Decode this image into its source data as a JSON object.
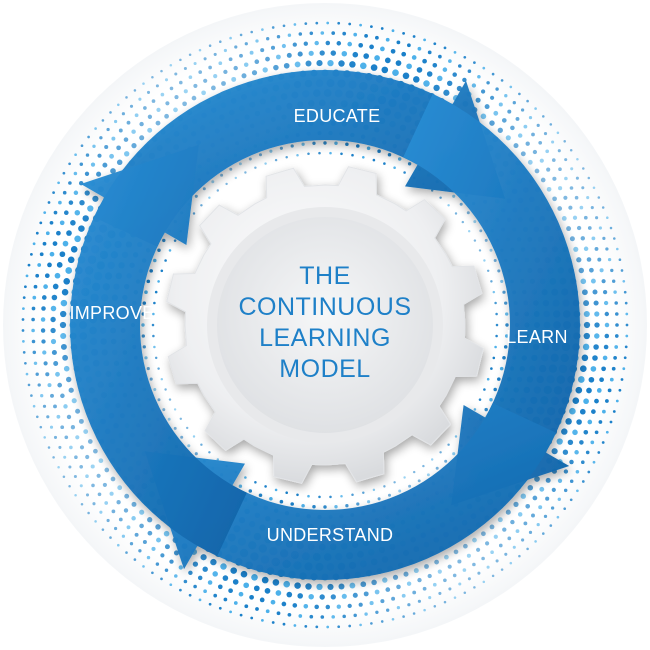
{
  "diagram": {
    "center": {
      "lines": [
        "THE",
        "CONTINUOUS",
        "LEARNING",
        "MODEL"
      ]
    },
    "stages": {
      "top": "EDUCATE",
      "right": "LEARN",
      "bottom": "UNDERSTAND",
      "left": "IMPROVE"
    },
    "colors": {
      "primary_blue": "#1a80c9",
      "dark_blue": "#0f5d9c",
      "light_blue": "#4bb0ea",
      "gear_fill": "#f2f2f3",
      "gear_inner": "#dcdde0",
      "text_blue": "#1e80c8"
    }
  }
}
